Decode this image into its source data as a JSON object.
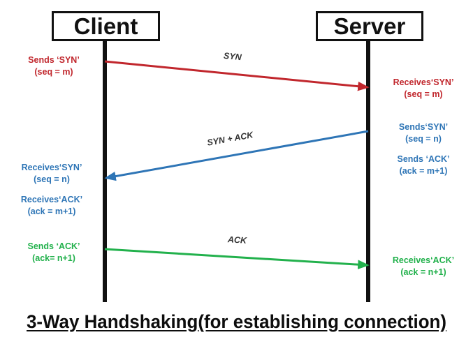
{
  "diagram": {
    "caption": "3-Way Handshaking(for establishing connection)",
    "nodes": {
      "client": "Client",
      "server": "Server"
    },
    "colors": {
      "syn": "#C1272D",
      "syn_ack": "#2E75B6",
      "ack": "#22B14C",
      "lifeline": "#111111",
      "label": "#333333"
    },
    "messages": [
      {
        "name": "syn",
        "label": "SYN",
        "direction": "client-to-server",
        "color": "#C1272D"
      },
      {
        "name": "syn-ack",
        "label": "SYN + ACK",
        "direction": "server-to-client",
        "color": "#2E75B6"
      },
      {
        "name": "ack",
        "label": "ACK",
        "direction": "client-to-server",
        "color": "#22B14C"
      }
    ],
    "annotations": {
      "client_sends_syn": {
        "line1": "Sends ‘SYN’",
        "line2": "(seq = m)"
      },
      "server_receives_syn": {
        "line1": "Receives‘SYN’",
        "line2": "(seq = m)"
      },
      "server_sends_syn": {
        "line1": "Sends‘SYN’",
        "line2": "(seq = n)"
      },
      "server_sends_ack": {
        "line1": "Sends ‘ACK’",
        "line2": "(ack = m+1)"
      },
      "client_receives_syn": {
        "line1": "Receives‘SYN’",
        "line2": "(seq = n)"
      },
      "client_receives_ack": {
        "line1": "Receives‘ACK’",
        "line2": "(ack = m+1)"
      },
      "client_sends_ack": {
        "line1": "Sends ‘ACK’",
        "line2": "(ack= n+1)"
      },
      "server_receives_ack": {
        "line1": "Receives‘ACK’",
        "line2": "(ack = n+1)"
      }
    }
  }
}
